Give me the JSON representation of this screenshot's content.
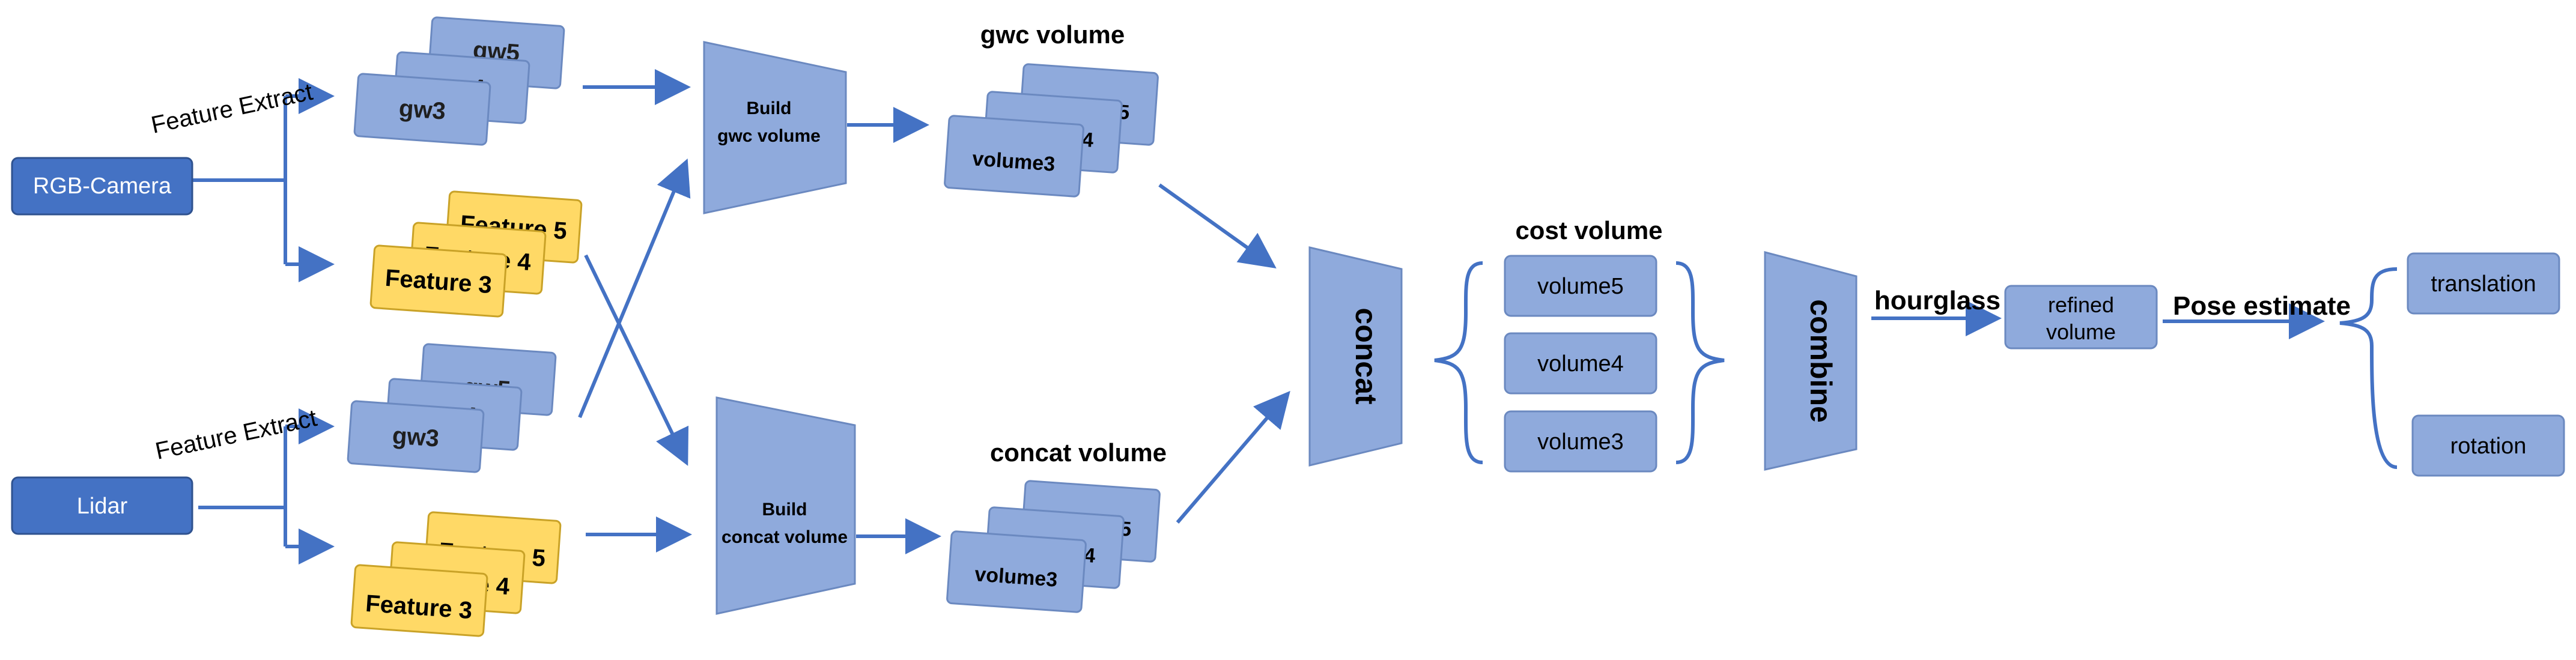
{
  "colors": {
    "source_fill": "#4472c4",
    "block_fill": "#8faadc",
    "block_stroke": "#6b89c0",
    "feature_fill": "#ffd966",
    "feature_stroke": "#c9a227",
    "arrow": "#4472c4",
    "text_dark": "#000000",
    "text_light": "#ffffff"
  },
  "sources": {
    "camera": "RGB-Camera",
    "lidar": "Lidar"
  },
  "labels": {
    "feature_extract_top": "Feature Extract",
    "feature_extract_bottom": "Feature Extract",
    "gwc_volume_title": "gwc volume",
    "concat_volume_title": "concat volume",
    "cost_volume_title": "cost volume",
    "hourglass": "hourglass",
    "pose_estimate": "Pose estimate"
  },
  "gw_stack_camera": [
    "gw3",
    "gw4",
    "gw5"
  ],
  "gw_stack_lidar": [
    "gw3",
    "gw4",
    "gw5"
  ],
  "feature_stack_camera": [
    "Feature 3",
    "Feature 4",
    "Feature 5"
  ],
  "feature_stack_lidar": [
    "Feature 3",
    "Feature 4",
    "Feature 5"
  ],
  "build_gwc": [
    "Build",
    "gwc volume"
  ],
  "build_concat": [
    "Build",
    "concat volume"
  ],
  "gwc_volumes": [
    "volume3",
    "volume4",
    "volume5"
  ],
  "concat_volumes": [
    "volume3",
    "volume4",
    "volume5"
  ],
  "concat_block": "concat",
  "cost_volumes": [
    "volume5",
    "volume4",
    "volume3"
  ],
  "combine_block": "combine",
  "refined": [
    "refined",
    "volume"
  ],
  "outputs": {
    "translation": "translation",
    "rotation": "rotation"
  }
}
